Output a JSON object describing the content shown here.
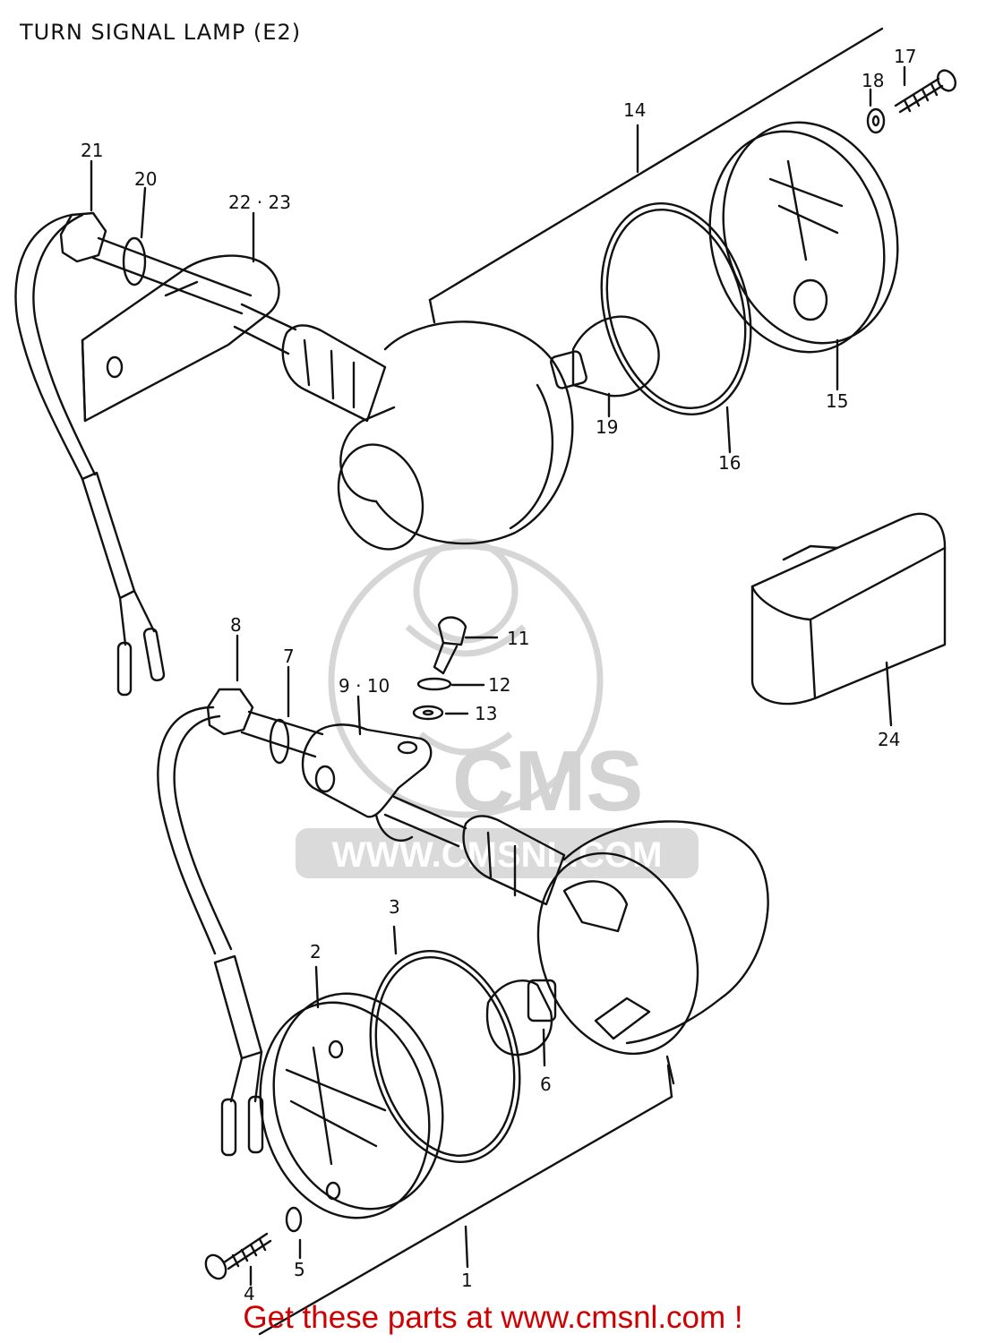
{
  "title": "TURN SIGNAL LAMP (E2)",
  "watermark": {
    "brand": "CMS",
    "url": "WWW.CMSNL.COM"
  },
  "callouts": {
    "c1": "1",
    "c2": "2",
    "c3": "3",
    "c4": "4",
    "c5": "5",
    "c6": "6",
    "c7": "7",
    "c8": "8",
    "c9_10": "9 · 10",
    "c11": "11",
    "c12": "12",
    "c13": "13",
    "c14": "14",
    "c15": "15",
    "c16": "16",
    "c17": "17",
    "c18": "18",
    "c19": "19",
    "c20": "20",
    "c21": "21",
    "c22_23": "22 · 23",
    "c24": "24"
  },
  "footer": {
    "link_text": "Get these parts at www.cmsnl.com !"
  },
  "colors": {
    "footer_link": "#d00000",
    "line": "#111111",
    "watermark": "#cfcfcf"
  }
}
